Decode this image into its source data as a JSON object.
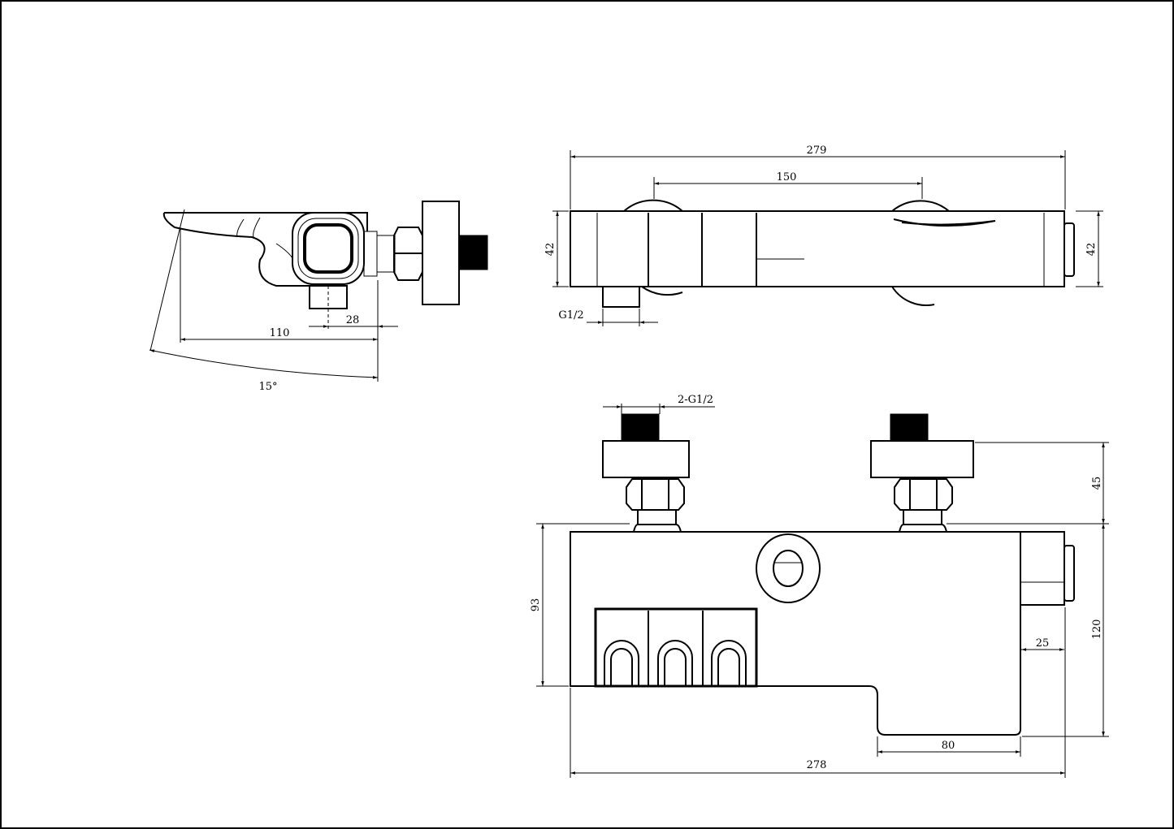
{
  "drawing": {
    "line_color": "#000000",
    "background": "#ffffff",
    "side_view": {
      "dim_spout_reach": "110",
      "dim_outlet_offset": "28",
      "dim_angle": "15°"
    },
    "top_view": {
      "dim_overall_length": "279",
      "dim_inlet_centers": "150",
      "dim_height_left": "42",
      "dim_height_right": "42",
      "dim_outlet_thread": "G1/2"
    },
    "front_view": {
      "dim_inlet_thread": "2-G1/2",
      "dim_connector_height": "45",
      "dim_body_height": "93",
      "dim_total_height": "120",
      "dim_end_cap": "25",
      "dim_spout_width": "80",
      "dim_overall_length": "278"
    }
  }
}
